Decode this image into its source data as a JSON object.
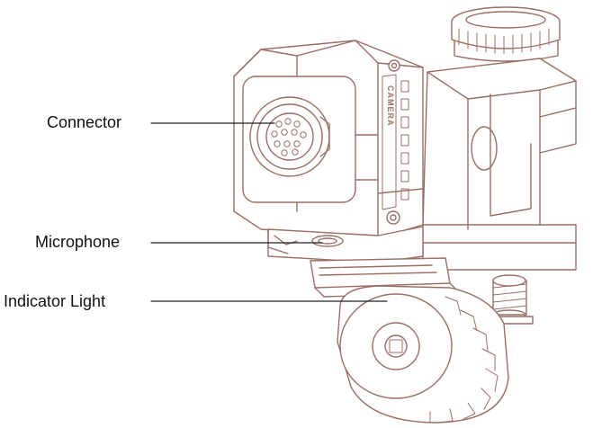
{
  "callouts": {
    "connector": "Connector",
    "microphone": "Microphone",
    "indicator_light": "Indicator Light"
  },
  "device": {
    "brand_text": "CAMERA"
  },
  "colors": {
    "outline": "#9a6f67",
    "fill": "#ffffff",
    "leader": "#222222",
    "text": "#111111"
  }
}
